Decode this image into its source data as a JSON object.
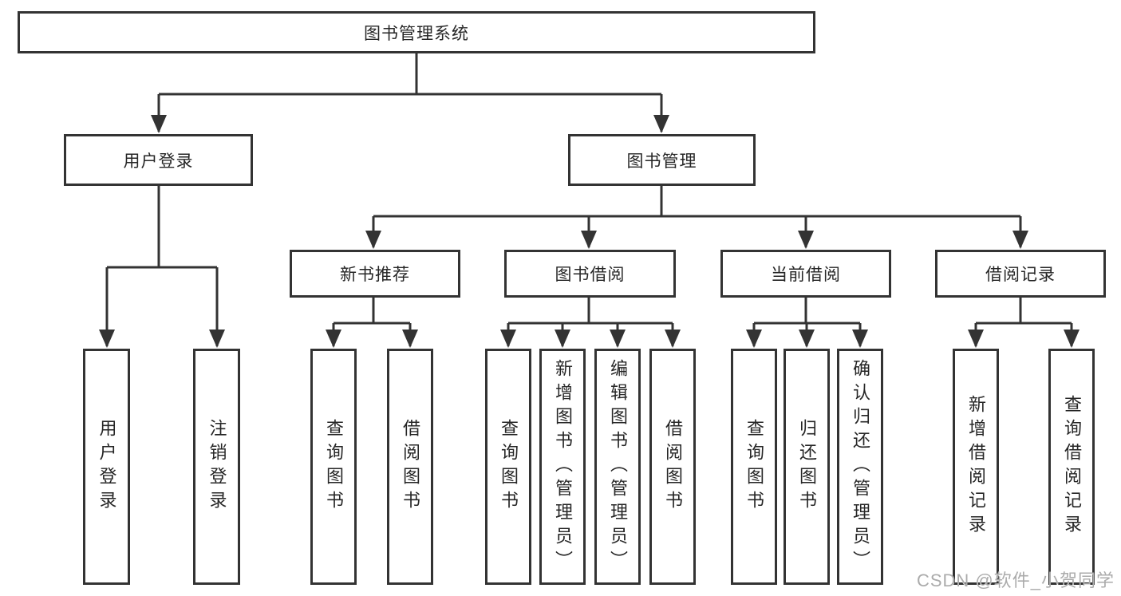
{
  "diagram": {
    "type": "hierarchy-tree",
    "title": "图书管理系统"
  },
  "tree": {
    "label": "图书管理系统",
    "children": [
      {
        "label": "用户登录",
        "children": [
          {
            "label": "用户登录"
          },
          {
            "label": "注销登录"
          }
        ]
      },
      {
        "label": "图书管理",
        "children": [
          {
            "label": "新书推荐",
            "children": [
              {
                "label": "查询图书"
              },
              {
                "label": "借阅图书"
              }
            ]
          },
          {
            "label": "图书借阅",
            "children": [
              {
                "label": "查询图书"
              },
              {
                "label": "新增图书（管理员）"
              },
              {
                "label": "编辑图书（管理员）"
              },
              {
                "label": "借阅图书"
              }
            ]
          },
          {
            "label": "当前借阅",
            "children": [
              {
                "label": "查询图书"
              },
              {
                "label": "归还图书"
              },
              {
                "label": "确认归还（管理员）"
              }
            ]
          },
          {
            "label": "借阅记录",
            "children": [
              {
                "label": "新增借阅记录"
              },
              {
                "label": "查询借阅记录"
              }
            ]
          }
        ]
      }
    ]
  },
  "watermark": {
    "text": "CSDN @软件_小贺同学"
  },
  "colors": {
    "line": "#333333",
    "text": "#262626",
    "background": "#ffffff",
    "watermark": "#ababab"
  }
}
